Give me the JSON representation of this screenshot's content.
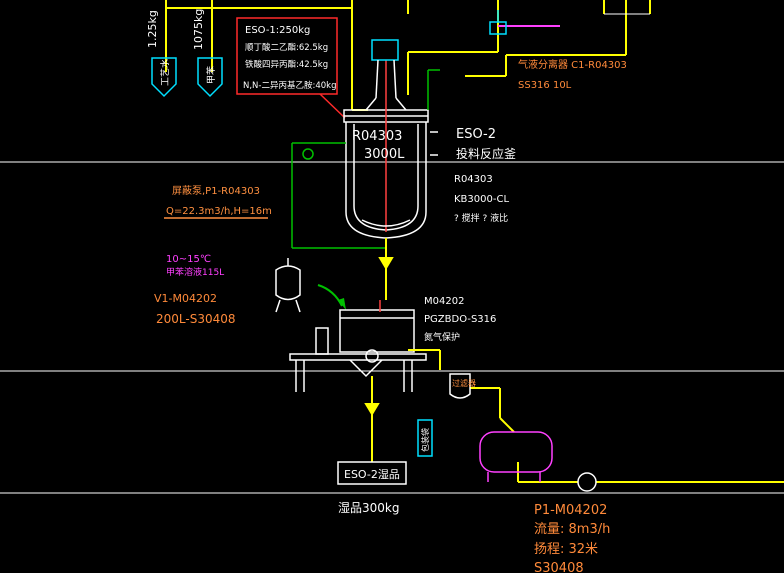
{
  "colors": {
    "background": "#000000",
    "process_line": "#ffff00",
    "utility_line": "#00c000",
    "annotation_box": "#ff2a2a",
    "vessel_outline": "#ffffff",
    "pump_label": "#ff9040",
    "magenta_label": "#ff40ff",
    "cyan_equipment": "#00e0ff",
    "orange_text": "#ff8a3a"
  },
  "feeds": {
    "feed_1_qty": "1.25kg",
    "feed_1_name": "工艺水",
    "feed_2_qty": "1075kg",
    "feed_2_name": "甲苯"
  },
  "charge_box": {
    "line1": "ESO-1:250kg",
    "line2": "顺丁酸二乙酯:62.5kg",
    "line3": "铁酸四异丙酯:42.5kg",
    "line4": "N,N-二异丙基乙胺:40kg"
  },
  "reactor": {
    "tag": "R04303",
    "volume": "3000L",
    "name_code": "ESO-2",
    "name_cn": "投料反应釜",
    "model_tag": "R04303",
    "model": "KB3000-CL",
    "features": "? 搅拌 ? 液比"
  },
  "condenser": {
    "label": "气液分离器 C1-R04303",
    "material": "SS316 10L"
  },
  "circ_pump": {
    "name": "屏蔽泵,P1-R04303",
    "spec": "Q=22.3m3/h,H=16m"
  },
  "chiller": {
    "temp": "10~15℃",
    "note": "甲苯溶液115L"
  },
  "head_tank": {
    "tag": "V1-M04202",
    "spec": "200L-S30408"
  },
  "centrifuge": {
    "tag": "M04202",
    "model": "PGZBDO-S316",
    "note": "氮气保护"
  },
  "product": {
    "box": "ESO-2湿品",
    "qty": "湿品300kg"
  },
  "filter_label": "过滤器",
  "bag_label": "包装袋",
  "transfer_pump": {
    "tag": "P1-M04202",
    "flow": "流量: 8m3/h",
    "head": "扬程: 32米",
    "material": "S30408"
  }
}
